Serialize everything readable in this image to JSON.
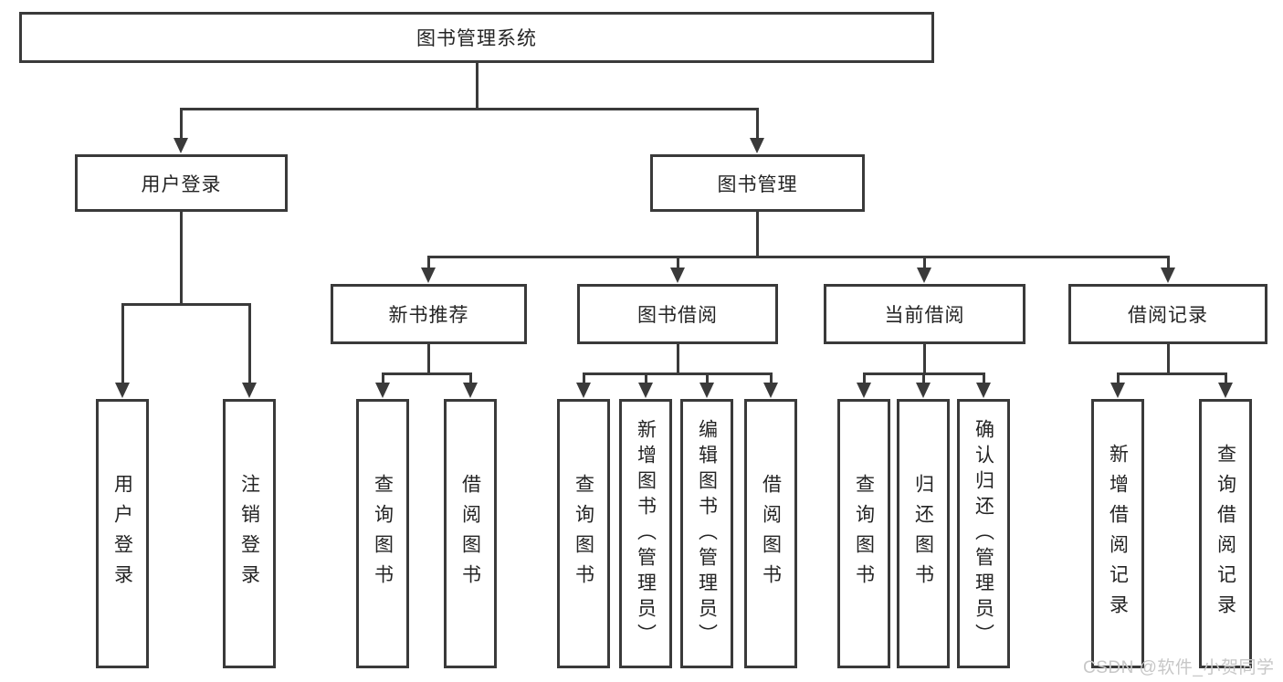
{
  "diagram": {
    "root": {
      "label": "图书管理系统"
    },
    "branches": [
      {
        "label": "用户登录",
        "children": [
          {
            "label": "用户登录"
          },
          {
            "label": "注销登录"
          }
        ]
      },
      {
        "label": "图书管理",
        "groups": [
          {
            "label": "新书推荐",
            "children": [
              {
                "label": "查询图书"
              },
              {
                "label": "借阅图书"
              }
            ]
          },
          {
            "label": "图书借阅",
            "children": [
              {
                "label": "查询图书"
              },
              {
                "label": "新增图书（管理员）"
              },
              {
                "label": "编辑图书（管理员）"
              },
              {
                "label": "借阅图书"
              }
            ]
          },
          {
            "label": "当前借阅",
            "children": [
              {
                "label": "查询图书"
              },
              {
                "label": "归还图书"
              },
              {
                "label": "确认归还（管理员）"
              }
            ]
          },
          {
            "label": "借阅记录",
            "children": [
              {
                "label": "新增借阅记录"
              },
              {
                "label": "查询借阅记录"
              }
            ]
          }
        ]
      }
    ]
  },
  "watermark": {
    "text": "CSDN @软件_小贺同学"
  },
  "colors": {
    "line": "#3a3a3a",
    "box_border": "#3a3a3a",
    "box_fill": "#ffffff",
    "text": "#242424",
    "watermark": "#c7c7c7",
    "background": "#ffffff"
  }
}
